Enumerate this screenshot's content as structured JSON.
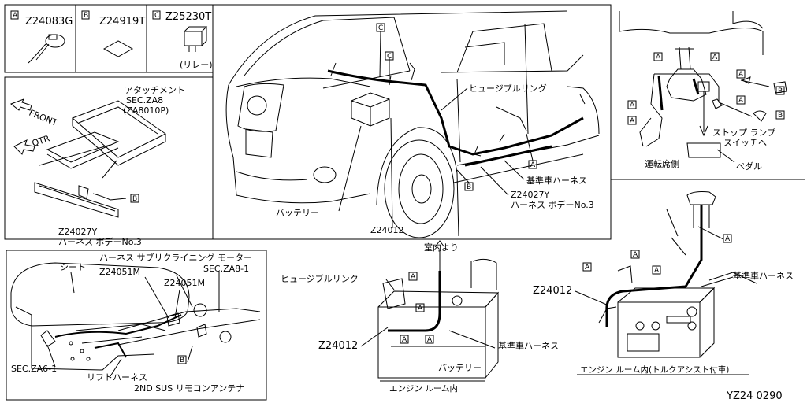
{
  "legend": {
    "items": [
      {
        "letter": "A",
        "part": "Z24083G",
        "note": ""
      },
      {
        "letter": "B",
        "part": "Z24919T",
        "note": ""
      },
      {
        "letter": "C",
        "part": "Z25230T",
        "note": "(リレー)"
      }
    ]
  },
  "seat_rail_panel": {
    "front": "FRONT",
    "qtr": "QTR",
    "attachment": "アタッチメント",
    "sec_za8": "SEC.ZA8",
    "za8010p": "(ZA8010P)",
    "part_z24027y": "Z24027Y",
    "harness_body3": "ハーネス ボデーNo.3",
    "box_b": "B"
  },
  "car_panel": {
    "fusible_link": "ヒュージブルリング",
    "base_harness": "基準車ハーネス",
    "part_z24027y": "Z24027Y",
    "harness_body3": "ハーネス ボデーNo.3",
    "battery": "バッテリー",
    "part_z24012": "Z24012",
    "box_c": "C",
    "box_a": "A",
    "box_b": "B"
  },
  "pedal_panel": {
    "stop_lamp_switch": "ストップ ランプ",
    "stop_lamp_switch2": "スイッチへ",
    "driver_side": "運転席側",
    "pedal": "ペダル",
    "box_a": "A",
    "box_b": "B"
  },
  "seat_panel": {
    "seat": "シート",
    "recliner": "ハーネス サブリクライニング モーター",
    "z24051m_1": "Z24051M",
    "z24051m_2": "Z24051M",
    "sec_za8_1": "SEC.ZA8-1",
    "sec_za6_1": "SEC.ZA6-1",
    "lift_harness": "リフトハーネス",
    "antenna": "2ND SUS リモコンアンテナ",
    "box_b": "B"
  },
  "engine_panel": {
    "from_cabin": "室内より",
    "fusible_link": "ヒュージブルリンク",
    "z24012": "Z24012",
    "base_harness": "基準車ハーネス",
    "battery": "バッテリー",
    "caption": "エンジン ルーム内",
    "box_a": "A"
  },
  "engine_assist_panel": {
    "z24012": "Z24012",
    "base_harness": "基準車ハーネス",
    "caption": "エンジン ルーム内(トルクアシスト付車)",
    "box_a": "A"
  },
  "footer": {
    "code": "YZ24 0290"
  }
}
